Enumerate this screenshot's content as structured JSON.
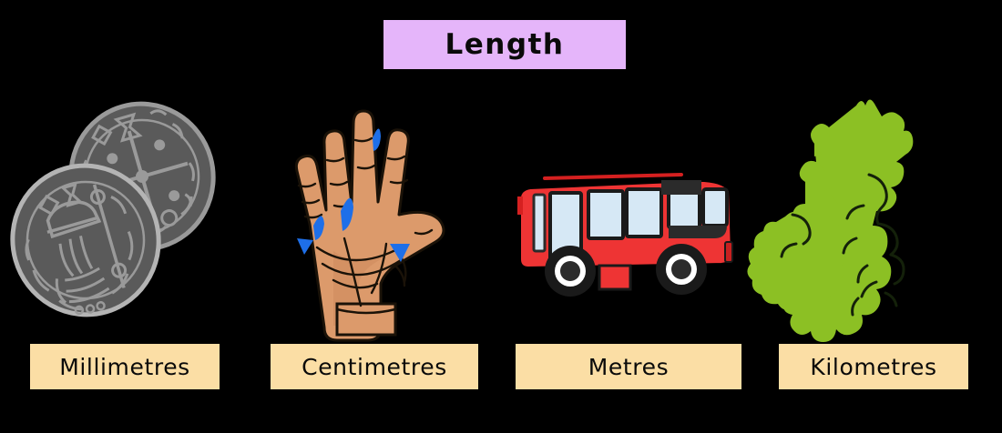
{
  "title": {
    "text": "Length",
    "banner_color": "#E5B5FA"
  },
  "label_box_color": "#FBDEA5",
  "background_color": "#000000",
  "units": [
    {
      "id": "millimetres",
      "label": "Millimetres",
      "illustration": "two-silver-coins",
      "illustration_colors": {
        "coin_face": "#5A5A5A",
        "coin_engraving": "#9A9A9A",
        "coin_rim": "#9A9A9A"
      }
    },
    {
      "id": "centimetres",
      "label": "Centimetres",
      "illustration": "open-hand-palm",
      "illustration_colors": {
        "skin": "#DC9A6B",
        "skin_shadow": "#CE8A5D",
        "outline": "#1A1208",
        "accent": "#1E6FE8"
      }
    },
    {
      "id": "metres",
      "label": "Metres",
      "illustration": "red-city-bus",
      "illustration_colors": {
        "body": "#EE3434",
        "window": "#D6E8F5",
        "trim": "#2B2B2B",
        "outline": "#000000",
        "tyre": "#1A1A1A"
      }
    },
    {
      "id": "kilometres",
      "label": "Kilometres",
      "illustration": "british-isles-map",
      "illustration_colors": {
        "land": "#8CC024",
        "border": "#14210A"
      }
    }
  ]
}
